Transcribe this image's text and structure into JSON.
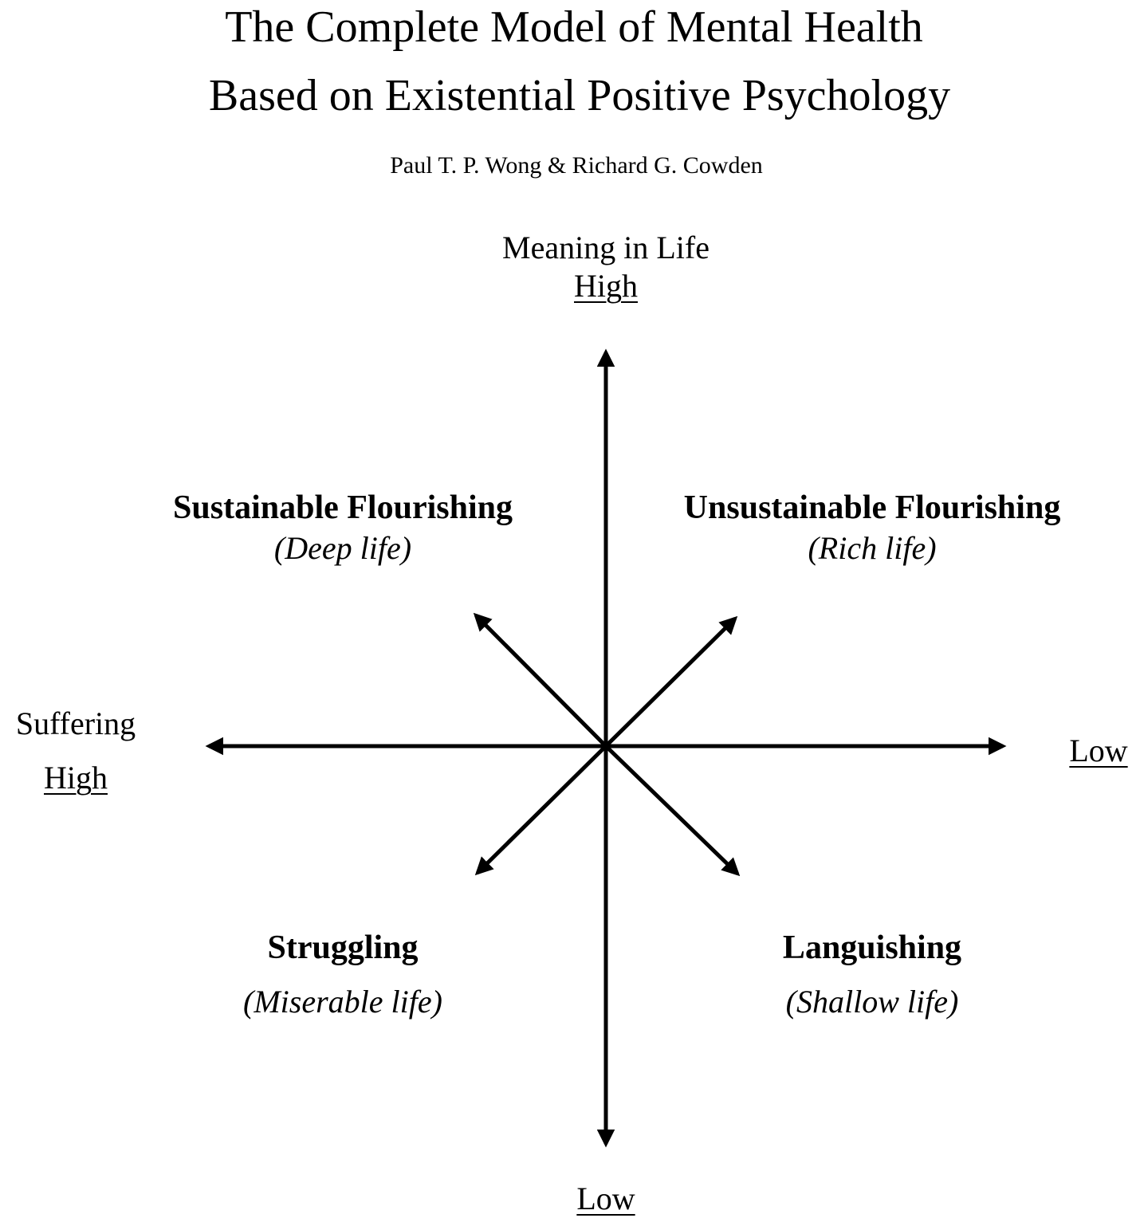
{
  "title": {
    "line1": "The Complete Model of Mental Health",
    "line2": "Based on Existential Positive Psychology"
  },
  "authors": "Paul T. P. Wong & Richard G. Cowden",
  "vertical_axis": {
    "name": "Meaning in Life",
    "high": "High",
    "low": "Low"
  },
  "horizontal_axis": {
    "name": "Suffering",
    "high": "High",
    "low": "Low"
  },
  "quadrants": {
    "top_left": {
      "name": "Sustainable Flourishing",
      "subtitle": "(Deep life)"
    },
    "top_right": {
      "name": "Unsustainable Flourishing",
      "subtitle": "(Rich life)"
    },
    "bottom_left": {
      "name": "Struggling",
      "subtitle": "(Miserable life)"
    },
    "bottom_right": {
      "name": "Languishing",
      "subtitle": "(Shallow life)"
    }
  },
  "colors": {
    "ink": "#000000",
    "background": "#ffffff"
  }
}
